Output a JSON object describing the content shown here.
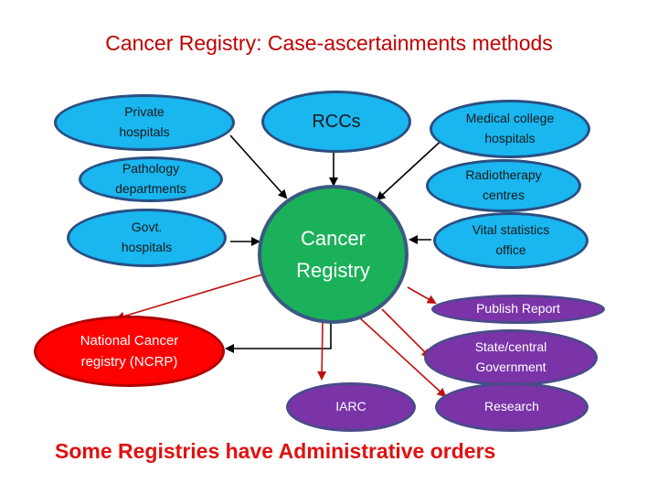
{
  "title": "Cancer Registry: Case-ascertainments methods",
  "footer": "Some Registries have Administrative orders",
  "center": "Cancer Registry",
  "sources": {
    "private_hospitals": "Private hospitals",
    "pathology": "Pathology departments",
    "govt_hospitals": "Govt. hospitals",
    "rccs": "RCCs",
    "medical_college": "Medical college hospitals",
    "radiotherapy": "Radiotherapy centres",
    "vital_statistics": "Vital statistics office"
  },
  "outputs": {
    "ncrp": "National Cancer registry (NCRP)",
    "publish_report": "Publish Report",
    "state_central": "State/central Government",
    "iarc": "IARC",
    "research": "Research"
  },
  "colors": {
    "title": "#c00000",
    "source_fill": "#19b6f0",
    "registry_fill": "#1bb15b",
    "output_fill": "#7a34a8",
    "ncrp_fill": "#ff0000",
    "arrow_black": "#000000",
    "arrow_red": "#c01010"
  }
}
